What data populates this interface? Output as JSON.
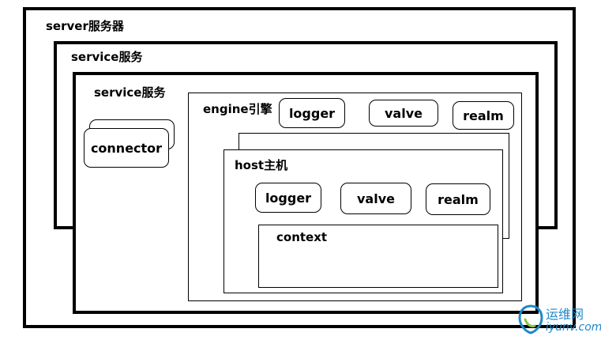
{
  "server": {
    "label": "server服务器"
  },
  "service_outer": {
    "label": "service服务"
  },
  "service_inner": {
    "label": "service服务"
  },
  "connector": {
    "label": "connector"
  },
  "engine": {
    "label": "engine引擎",
    "components": [
      "logger",
      "valve",
      "realm"
    ]
  },
  "host": {
    "label": "host主机",
    "components": [
      "logger",
      "valve",
      "realm"
    ]
  },
  "context": {
    "label": "context"
  },
  "watermark": {
    "name": "运维网",
    "site": "iyunv.com"
  },
  "colors": {
    "line": "#000000",
    "background": "#ffffff",
    "watermark": "#1e88c9"
  }
}
